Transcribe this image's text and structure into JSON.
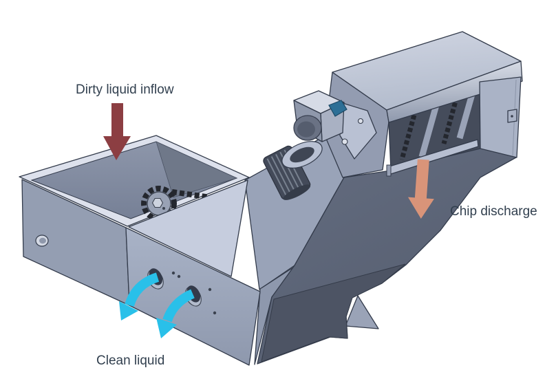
{
  "diagram": {
    "labels": {
      "dirty_inflow": "Dirty liquid inflow",
      "chip_discharge": "Chip discharge",
      "clean_liquid": "Clean liquid"
    },
    "colors": {
      "dirty_arrow": "#8c3e42",
      "chip_arrow": "#d99479",
      "clean_arrow": "#29c0e9",
      "label_text": "#32404f",
      "machine_light": "#c3cad9",
      "machine_medium": "#99a3b8",
      "machine_dark": "#5b6375",
      "chain": "#24272e",
      "background": "#ffffff"
    }
  }
}
